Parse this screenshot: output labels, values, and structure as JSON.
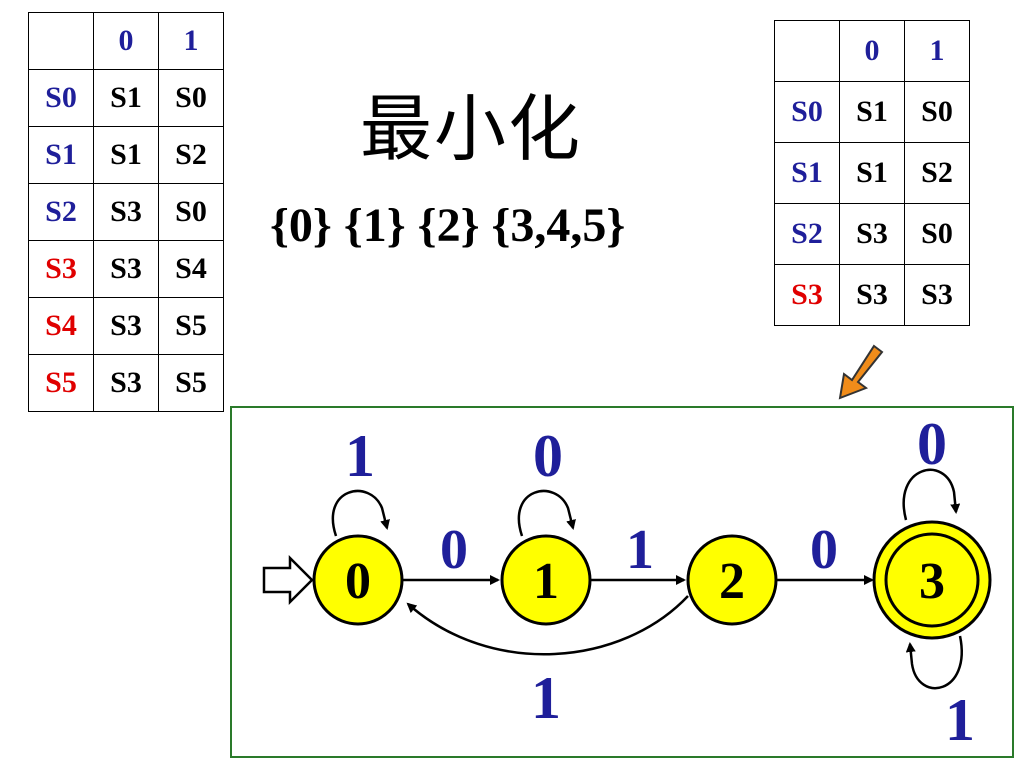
{
  "left_table": {
    "header": [
      "",
      "0",
      "1"
    ],
    "rows": [
      {
        "state": "S0",
        "color": "blue",
        "on0": "S1",
        "on1": "S0"
      },
      {
        "state": "S1",
        "color": "blue",
        "on0": "S1",
        "on1": "S2"
      },
      {
        "state": "S2",
        "color": "blue",
        "on0": "S3",
        "on1": "S0"
      },
      {
        "state": "S3",
        "color": "red",
        "on0": "S3",
        "on1": "S4"
      },
      {
        "state": "S4",
        "color": "red",
        "on0": "S3",
        "on1": "S5"
      },
      {
        "state": "S5",
        "color": "red",
        "on0": "S3",
        "on1": "S5"
      }
    ]
  },
  "right_table": {
    "header": [
      "",
      "0",
      "1"
    ],
    "rows": [
      {
        "state": "S0",
        "color": "blue",
        "on0": "S1",
        "on1": "S0"
      },
      {
        "state": "S1",
        "color": "blue",
        "on0": "S1",
        "on1": "S2"
      },
      {
        "state": "S2",
        "color": "blue",
        "on0": "S3",
        "on1": "S0"
      },
      {
        "state": "S3",
        "color": "red",
        "on0": "S3",
        "on1": "S3"
      }
    ]
  },
  "title": "最小化",
  "partition": "{0} {1} {2} {3,4,5}",
  "dfa": {
    "states": [
      "0",
      "1",
      "2",
      "3"
    ],
    "accepting_state": "3",
    "edge_labels": {
      "s0_self": "1",
      "s0_to_s1": "0",
      "s1_self": "0",
      "s1_to_s2": "1",
      "s2_to_s3": "0",
      "s2_to_s0": "1",
      "s3_self_top": "0",
      "s3_self_bottom": "1"
    }
  },
  "colors": {
    "blue": "#1f1f9a",
    "red": "#e00000",
    "state_fill": "#ffff00",
    "frame": "#2a7a2a",
    "pointer_arrow": "#f08c1a"
  },
  "icons": {
    "pointer": "diagonal-arrow-icon",
    "start": "hollow-start-arrow-icon"
  }
}
